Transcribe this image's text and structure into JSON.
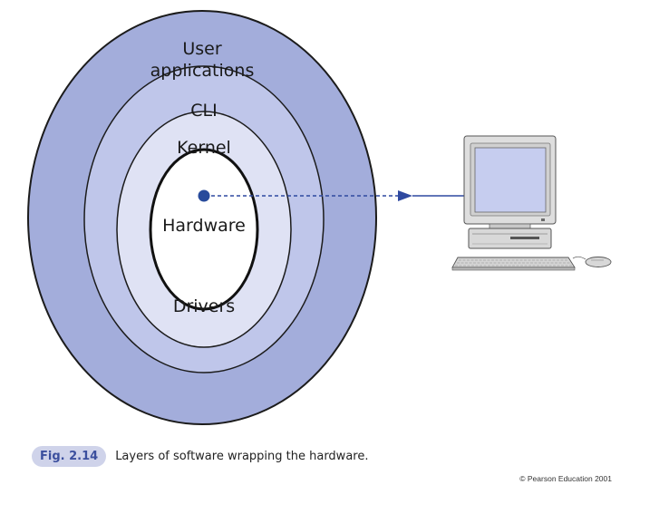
{
  "layers": {
    "outer": "User\napplications",
    "cli": "CLI",
    "kernel": "Kernel",
    "drivers": "Drivers",
    "core": "Hardware"
  },
  "colors": {
    "outer_ring": "#a3addb",
    "cli_ring": "#bfc6ea",
    "kernel_ring": "#dfe2f4",
    "core": "#ffffff",
    "arrow": "#2f49a0",
    "dot": "#274a9b",
    "monitor_screen": "#c6cdef"
  },
  "caption": {
    "figure_label": "Fig. 2.14",
    "text": "Layers of software wrapping the hardware."
  },
  "copyright": "© Pearson Education 2001",
  "icons": {
    "computer": "desktop-computer-icon"
  }
}
